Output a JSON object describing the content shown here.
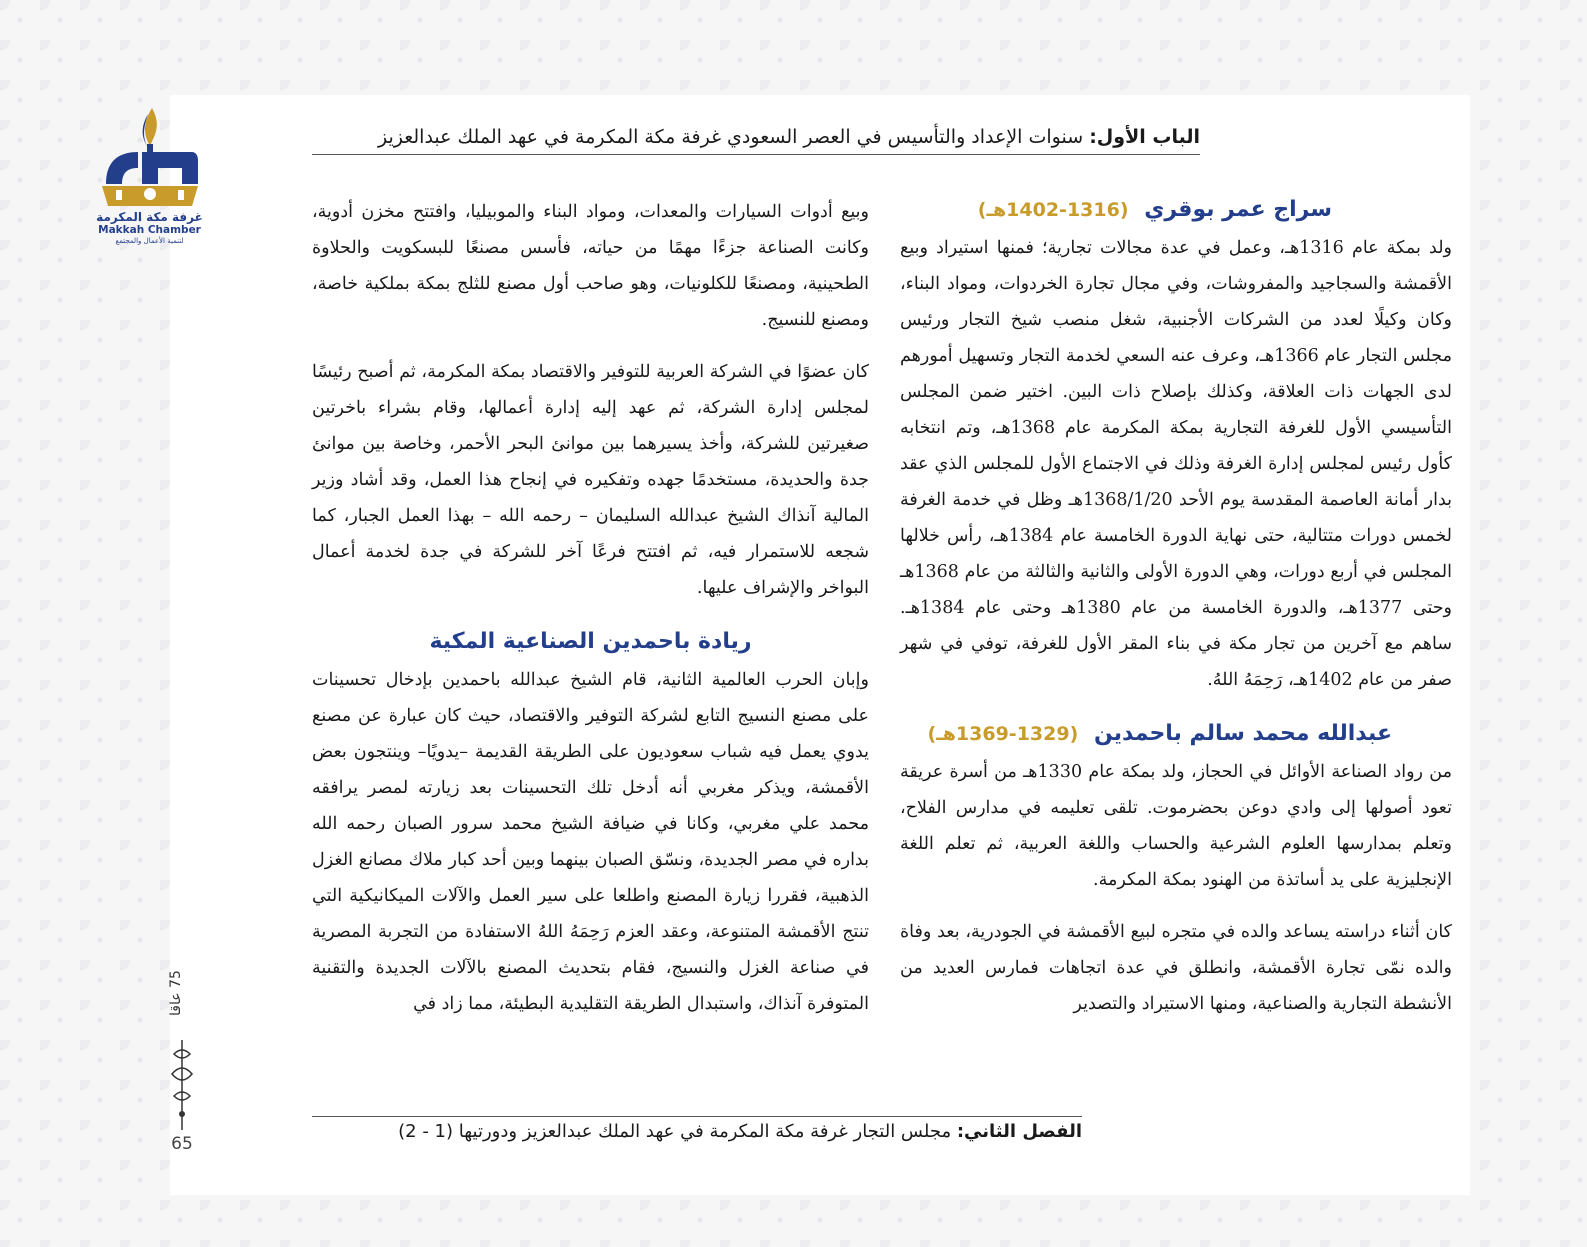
{
  "header": {
    "chapter_label": "الباب الأول:",
    "chapter_title": "سنوات الإعداد والتأسيس في العصر السعودي غرفة مكة المكرمة في عهد الملك عبدالعزيز"
  },
  "footer": {
    "section_label": "الفصل الثاني:",
    "section_title": "مجلس التجار غرفة مكة المكرمة في عهد الملك عبدالعزيز ودورتيها (1 - 2)"
  },
  "logo": {
    "arabic": "غرفة مكة المكرمة",
    "english": "Makkah Chamber",
    "tagline": "لتنمية الأعمال والمجتمع",
    "colors": {
      "blue": "#233f8c",
      "gold": "#c89b2a"
    }
  },
  "side": {
    "anniversary": "75 عاقا",
    "page_number": "65"
  },
  "right_column": {
    "heading1_name": "سراج عمر بوقري",
    "heading1_years": "(1316-1402هـ)",
    "para1": "ولد بمكة عام 1316هـ، وعمل في عدة مجالات تجارية؛ فمنها استيراد وبيع الأقمشة والسجاجيد والمفروشات، وفي مجال تجارة الخردوات، ومواد البناء، وكان وكيلًا لعدد من الشركات الأجنبية، شغل منصب شيخ التجار ورئيس مجلس التجار عام 1366هـ، وعرف عنه السعي لخدمة التجار وتسهيل أمورهم لدى الجهات ذات العلاقة، وكذلك بإصلاح ذات البين. اختير ضمن المجلس التأسيسي الأول للغرفة التجارية بمكة المكرمة عام 1368هـ، وتم انتخابه كأول رئيس لمجلس إدارة الغرفة وذلك في الاجتماع الأول للمجلس الذي عقد بدار أمانة العاصمة المقدسة يوم الأحد 1368/1/20هـ وظل في خدمة الغرفة لخمس دورات متتالية، حتى نهاية الدورة الخامسة عام 1384هـ، رأس خلالها المجلس في أربع دورات، وهي الدورة الأولى والثانية والثالثة من عام 1368هـ وحتى 1377هـ، والدورة الخامسة من عام 1380هـ وحتى عام 1384هـ. ساهم مع آخرين من تجار مكة في بناء المقر الأول للغرفة، توفي في شهر صفر من عام 1402هـ، رَحِمَهُ اللهُ.",
    "heading2_name": "عبدالله محمد سالم باحمدين",
    "heading2_years": "(1329-1369هـ)",
    "para2": "من رواد الصناعة الأوائل في الحجاز، ولد بمكة عام 1330هـ من أسرة عريقة تعود أصولها إلى وادي دوعن بحضرموت. تلقى تعليمه في مدارس الفلاح، وتعلم بمدارسها العلوم الشرعية والحساب واللغة العربية، ثم تعلم اللغة الإنجليزية على يد أساتذة من الهنود بمكة المكرمة.",
    "para3": "كان أثناء دراسته يساعد والده في متجره لبيع الأقمشة في الجودرية، بعد وفاة والده نمّى تجارة الأقمشة، وانطلق في عدة اتجاهات فمارس العديد من الأنشطة التجارية والصناعية، ومنها الاستيراد والتصدير"
  },
  "left_column": {
    "para1": "وبيع أدوات السيارات والمعدات، ومواد البناء والموبيليا، وافتتح مخزن أدوية، وكانت الصناعة جزءًا مهمًا من حياته، فأسس مصنعًا للبسكويت والحلاوة الطحينية، ومصنعًا للكلونيات، وهو صاحب أول مصنع للثلج بمكة بملكية خاصة، ومصنع للنسيج.",
    "para2": "كان عضوًا في الشركة العربية للتوفير والاقتصاد بمكة المكرمة، ثم أصبح رئيسًا لمجلس إدارة الشركة، ثم عهد إليه إدارة أعمالها، وقام بشراء باخرتين صغيرتين للشركة، وأخذ يسيرهما بين موانئ البحر الأحمر، وخاصة بين موانئ جدة والحديدة، مستخدمًا جهده وتفكيره في إنجاح هذا العمل، وقد أشاد وزير المالية آنذاك الشيخ عبدالله السليمان – رحمه الله – بهذا العمل الجبار، كما شجعه للاستمرار فيه، ثم افتتح فرعًا آخر للشركة في جدة لخدمة أعمال البواخر والإشراف عليها.",
    "heading": "ريادة باحمدين الصناعية المكية",
    "para3": "وإبان الحرب العالمية الثانية، قام الشيخ عبدالله باحمدين بإدخال تحسينات على مصنع النسيج التابع لشركة التوفير والاقتصاد، حيث كان عبارة عن مصنع يدوي يعمل فيه شباب سعوديون على الطريقة القديمة –يدويًا– وينتجون بعض الأقمشة، ويذكر مغربي أنه أدخل تلك التحسينات بعد زيارته لمصر يرافقه محمد علي مغربي، وكانا في ضيافة الشيخ محمد سرور الصبان رحمه الله بداره في مصر الجديدة، ونسّق الصبان بينهما وبين أحد كبار ملاك مصانع الغزل الذهبية، فقررا زيارة المصنع واطلعا على سير العمل والآلات الميكانيكية التي تنتج الأقمشة المتنوعة، وعقد العزم رَحِمَهُ اللهُ الاستفادة من التجربة المصرية في صناعة الغزل والنسيج، فقام بتحديث المصنع بالآلات الجديدة والتقنية المتوفرة آنذاك، واستبدال الطريقة التقليدية البطيئة، مما زاد في"
  }
}
